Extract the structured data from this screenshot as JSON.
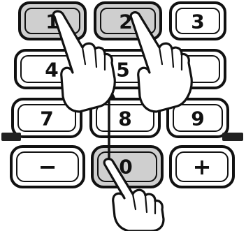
{
  "keypad": {
    "keys": [
      {
        "label": "1",
        "pressed": true
      },
      {
        "label": "2",
        "pressed": true
      },
      {
        "label": "3",
        "pressed": false
      },
      {
        "label": "4",
        "pressed": false
      },
      {
        "label": "5",
        "pressed": false
      },
      {
        "label": "",
        "pressed": false
      },
      {
        "label": "7",
        "pressed": false
      },
      {
        "label": "8",
        "pressed": false
      },
      {
        "label": "9",
        "pressed": false
      },
      {
        "label": "−",
        "pressed": false
      },
      {
        "label": "0",
        "pressed": true
      },
      {
        "label": "+",
        "pressed": false
      }
    ]
  },
  "side_tags": {
    "left": "",
    "right": ""
  },
  "colors": {
    "ink": "#111111",
    "pressed_fill": "#cfcfcf",
    "background": "#ffffff"
  }
}
